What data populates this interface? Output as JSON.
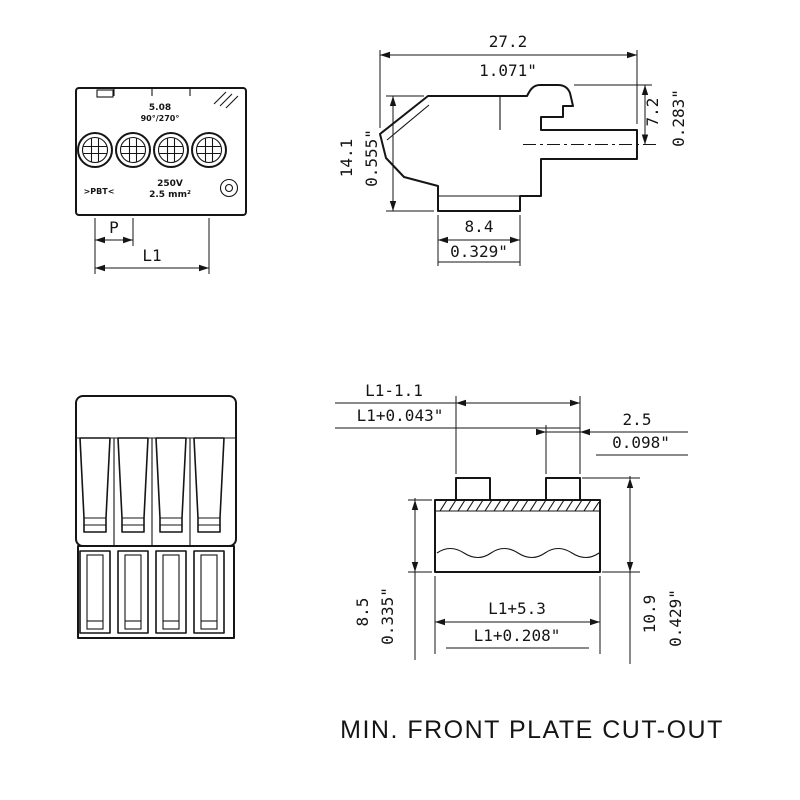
{
  "caption": "MIN. FRONT PLATE CUT-OUT",
  "front_view": {
    "pitch_marking": "5.08",
    "angle_marking": "90°/270°",
    "voltage_marking": "250V",
    "wire_marking": "2.5 mm²",
    "material_marking": ">PBT<",
    "dim_pitch": "P",
    "dim_length": "L1"
  },
  "side_view": {
    "dim_width_mm": "27.2",
    "dim_width_in": "1.071\"",
    "dim_height_mm": "14.1",
    "dim_height_in": "0.555\"",
    "dim_pin_mm": "7.2",
    "dim_pin_in": "0.283\"",
    "dim_depth_mm": "8.4",
    "dim_depth_in": "0.329\""
  },
  "cutout_view": {
    "dim_top_mm": "L1-1.1",
    "dim_top_in": "L1+0.043\"",
    "dim_tab_mm": "2.5",
    "dim_tab_in": "0.098\"",
    "dim_left_mm": "8.5",
    "dim_left_in": "0.335\"",
    "dim_bottom_mm": "L1+5.3",
    "dim_bottom_in": "L1+0.208\"",
    "dim_right_mm": "10.9",
    "dim_right_in": "0.429\""
  },
  "colors": {
    "line": "#151515",
    "background": "#ffffff"
  }
}
